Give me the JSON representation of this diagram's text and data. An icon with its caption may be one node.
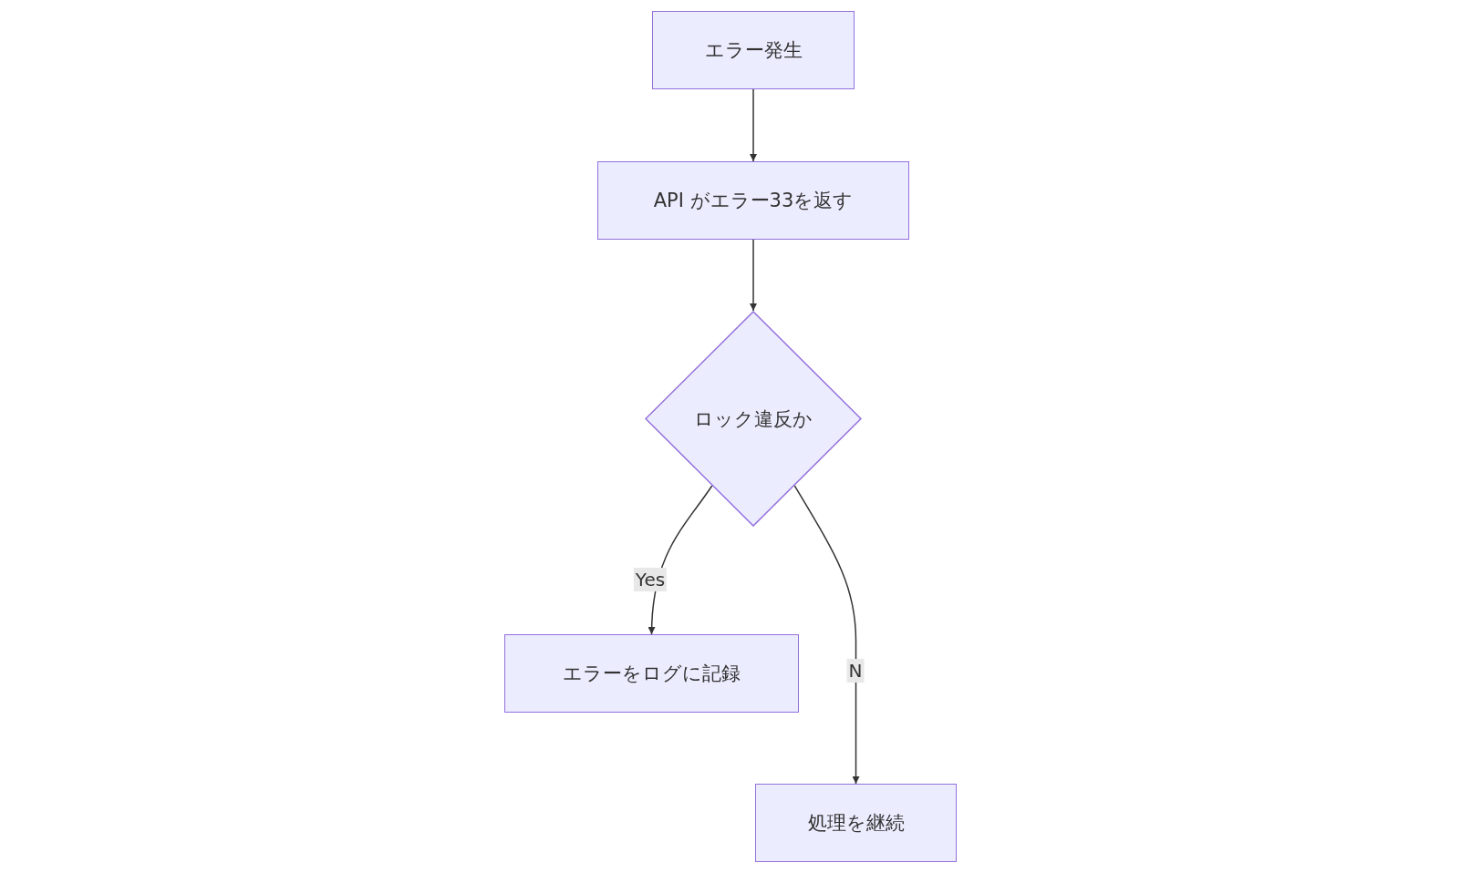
{
  "diagram": {
    "nodes": [
      {
        "text": [
          "エラー発生"
        ]
      },
      {
        "text": [
          "API がエラー33を返す"
        ]
      },
      {
        "text": [
          "ロック違反か"
        ]
      },
      {
        "text": [
          "エラーをログに記録"
        ]
      },
      {
        "text": [
          "処理を継続"
        ]
      }
    ],
    "edges": [
      {
        "from": 0,
        "to": 1,
        "arrow": "to"
      },
      {
        "from": 1,
        "to": 2,
        "arrow": "to"
      },
      {
        "from": 2,
        "to": 3,
        "arrow": "to",
        "label": "Yes"
      },
      {
        "from": 2,
        "to": 4,
        "arrow": "to",
        "label": "N"
      }
    ]
  }
}
